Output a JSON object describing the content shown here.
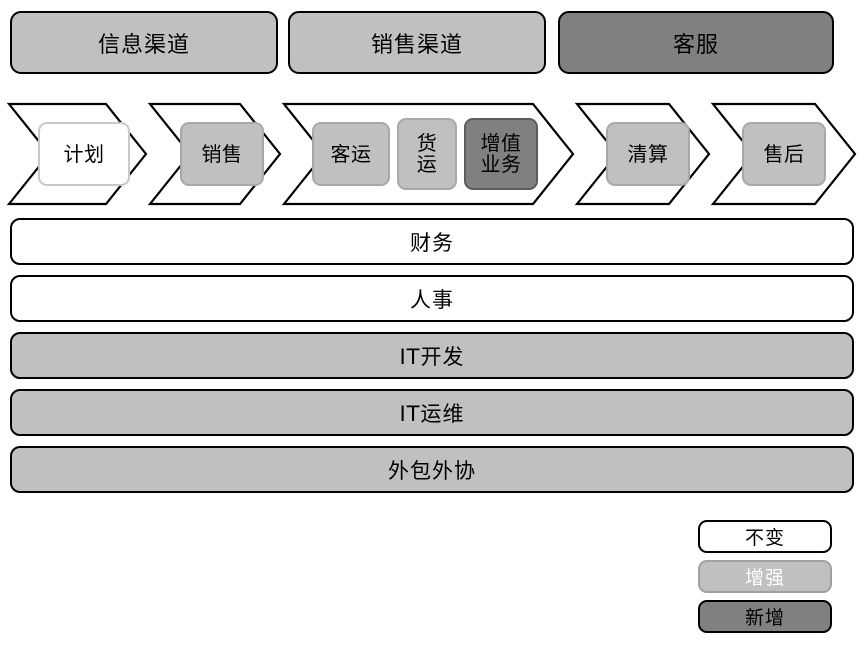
{
  "diagram": {
    "type": "enterprise-capability-map",
    "palette": {
      "unchanged_fill": "#ffffff",
      "enhanced_fill": "#c0c0c0",
      "new_fill": "#808080",
      "outline": "#000000",
      "background": "#ffffff"
    }
  },
  "channels": {
    "items": [
      {
        "label": "信息渠道",
        "state": "enhanced"
      },
      {
        "label": "销售渠道",
        "state": "enhanced"
      },
      {
        "label": "客服",
        "state": "new"
      }
    ]
  },
  "process": {
    "stages": [
      {
        "id": "plan",
        "boxes": [
          {
            "label": "计划",
            "state": "unchanged"
          }
        ]
      },
      {
        "id": "sales",
        "boxes": [
          {
            "label": "销售",
            "state": "enhanced"
          }
        ]
      },
      {
        "id": "transport",
        "boxes": [
          {
            "label": "客运",
            "state": "enhanced"
          },
          {
            "label": "货运",
            "state": "enhanced"
          },
          {
            "label": "增值业务",
            "state": "new"
          }
        ]
      },
      {
        "id": "settle",
        "boxes": [
          {
            "label": "清算",
            "state": "enhanced"
          }
        ]
      },
      {
        "id": "aftersale",
        "boxes": [
          {
            "label": "售后",
            "state": "enhanced"
          }
        ]
      }
    ]
  },
  "support": {
    "bars": [
      {
        "label": "财务",
        "state": "unchanged"
      },
      {
        "label": "人事",
        "state": "unchanged"
      },
      {
        "label": "IT开发",
        "state": "enhanced"
      },
      {
        "label": "IT运维",
        "state": "enhanced"
      },
      {
        "label": "外包外协",
        "state": "enhanced"
      }
    ]
  },
  "legend": {
    "items": [
      {
        "label": "不变",
        "state": "unchanged"
      },
      {
        "label": "增强",
        "state": "enhanced"
      },
      {
        "label": "新增",
        "state": "new"
      }
    ]
  }
}
